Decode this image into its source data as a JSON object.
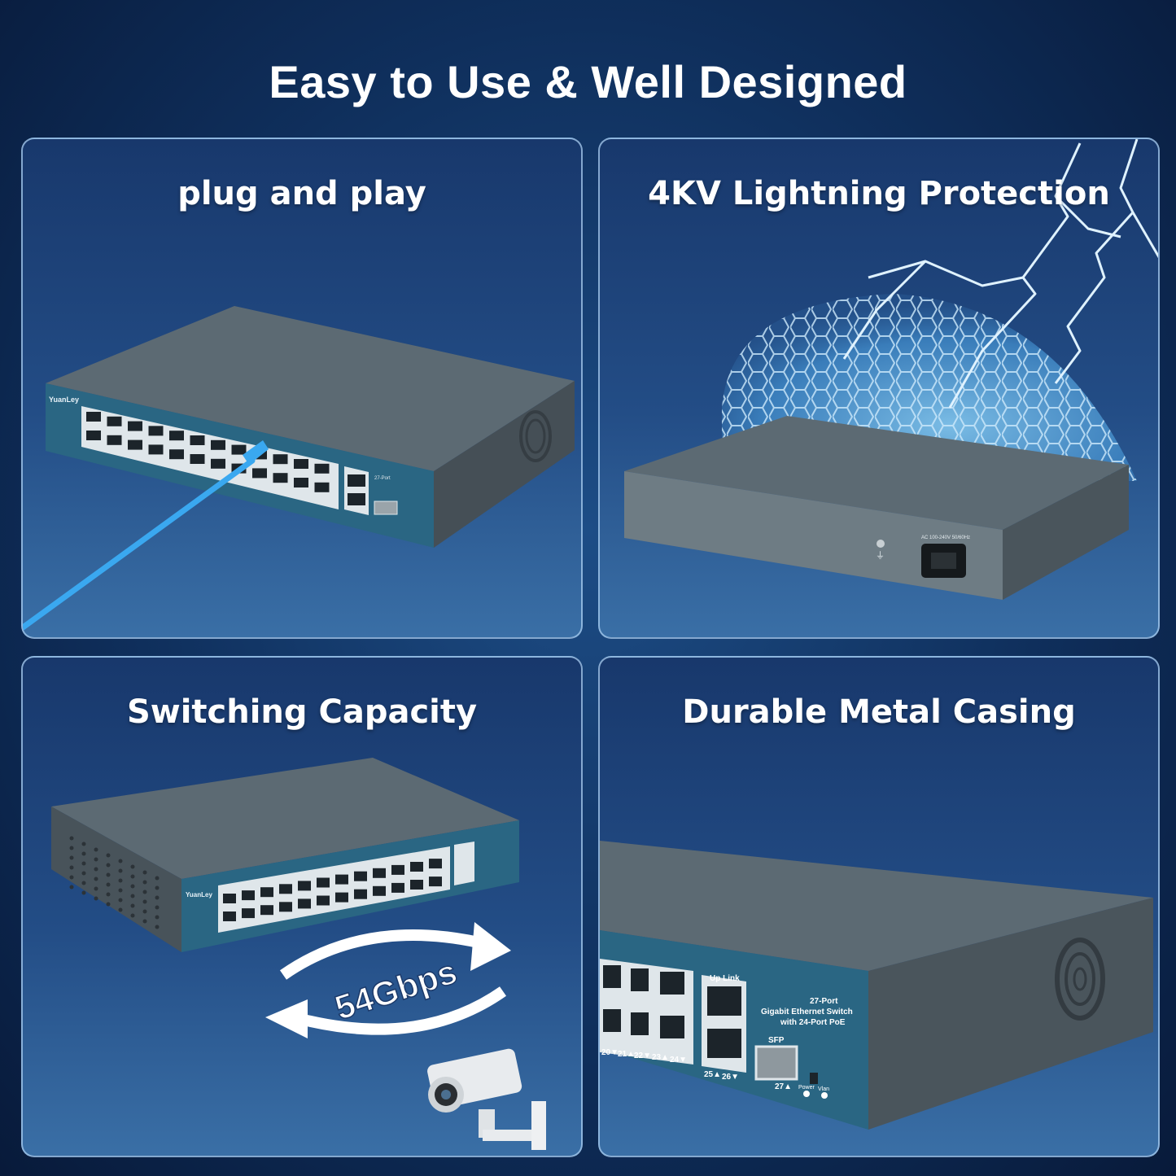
{
  "page": {
    "headline": "Easy to Use & Well Designed"
  },
  "features": [
    {
      "title": "plug and play"
    },
    {
      "title": "4KV Lightning Protection"
    },
    {
      "title": "Switching Capacity"
    },
    {
      "title": "Durable Metal Casing"
    }
  ],
  "device": {
    "brand": "YuanLey",
    "uplink_label": "Up Link",
    "sfp_label": "SFP",
    "product_line1": "27-Port",
    "product_line2": "Gigabit Ethernet Switch",
    "product_line3": "with 24-Port PoE",
    "power_rating": "AC 100-240V 50/60Hz",
    "power_led": "Power",
    "vlan_led": "Vlan",
    "port_25": "25▲",
    "port_26": "26▼",
    "port_27": "27▲",
    "port_row_labels": [
      "20▼",
      "21▲",
      "22▼",
      "23▲",
      "24▼"
    ]
  },
  "capacity": {
    "value": "54Gbps"
  },
  "colors": {
    "accent_cable": "#3aa8f0",
    "switch_body": "#4f5d66",
    "switch_front": "#2c6b88"
  }
}
